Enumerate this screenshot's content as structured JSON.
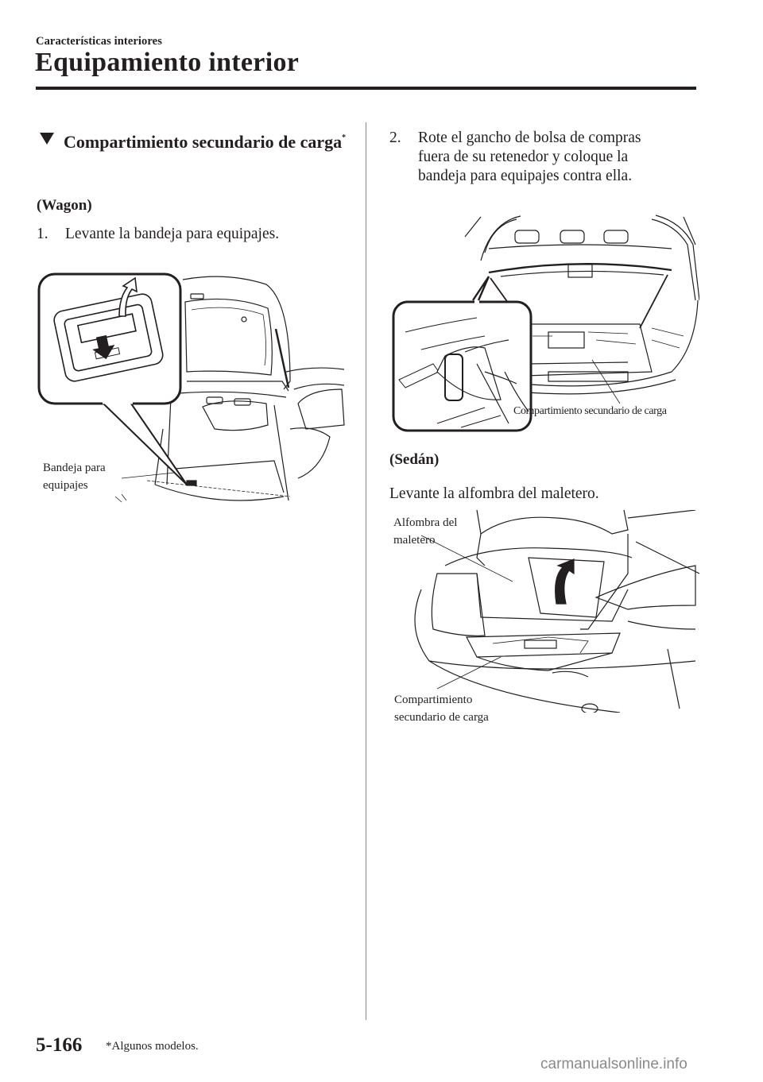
{
  "header": {
    "section_label": "Características interiores",
    "page_title": "Equipamiento interior"
  },
  "left_column": {
    "heading": {
      "icon": "down-triangle-icon",
      "text": "Compartimiento secundario de carga",
      "footnote_marker": "*"
    },
    "wagon_label": "(Wagon)",
    "step1": {
      "number": "1.",
      "text": "Levante la bandeja para equipajes."
    },
    "figure_wagon": {
      "callout_label_line1": "Bandeja para",
      "callout_label_line2": "equipajes"
    }
  },
  "right_column": {
    "step2": {
      "number": "2.",
      "line1": "Rote el gancho de bolsa de compras",
      "line2": "fuera de su retenedor y coloque la",
      "line3": "bandeja para equipajes contra ella."
    },
    "figure_hook": {
      "callout_label": "Compartimiento secundario de carga"
    },
    "sedan_label": "(Sedán)",
    "sedan_instruction": "Levante la alfombra del maletero.",
    "figure_sedan": {
      "label_top_line1": "Alfombra del",
      "label_top_line2": "maletero",
      "label_bottom_line1": "Compartimiento",
      "label_bottom_line2": "secundario de carga"
    }
  },
  "footer": {
    "page_number": "5-166",
    "footnote": "*Algunos modelos.",
    "watermark": "carmanualsonline.info"
  }
}
